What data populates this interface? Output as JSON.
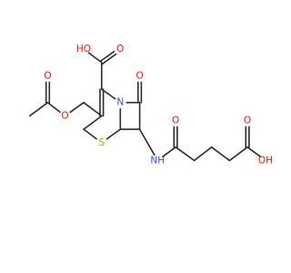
{
  "colors": {
    "bond": "#2b2b2b",
    "oxygen": "#ff0d0d",
    "nitrogen": "#3050f8",
    "sulfur": "#b8a000",
    "carbon": "#2b2b2b"
  },
  "atoms": [
    {
      "id": "o_ac_carbonyl",
      "label": "O",
      "element": "oxygen"
    },
    {
      "id": "o_ester",
      "label": "O",
      "element": "oxygen"
    },
    {
      "id": "cooh_oh",
      "label": "HO",
      "element": "oxygen"
    },
    {
      "id": "cooh_carbonyl",
      "label": "O",
      "element": "oxygen"
    },
    {
      "id": "n_ring",
      "label": "N",
      "element": "nitrogen"
    },
    {
      "id": "o_lactam",
      "label": "O",
      "element": "oxygen"
    },
    {
      "id": "s_ring",
      "label": "S",
      "element": "sulfur"
    },
    {
      "id": "nh_amide",
      "label": "NH",
      "element": "nitrogen"
    },
    {
      "id": "o_amide",
      "label": "O",
      "element": "oxygen"
    },
    {
      "id": "o_acid_carbonyl",
      "label": "O",
      "element": "oxygen"
    },
    {
      "id": "oh_acid",
      "label": "OH",
      "element": "oxygen"
    }
  ]
}
